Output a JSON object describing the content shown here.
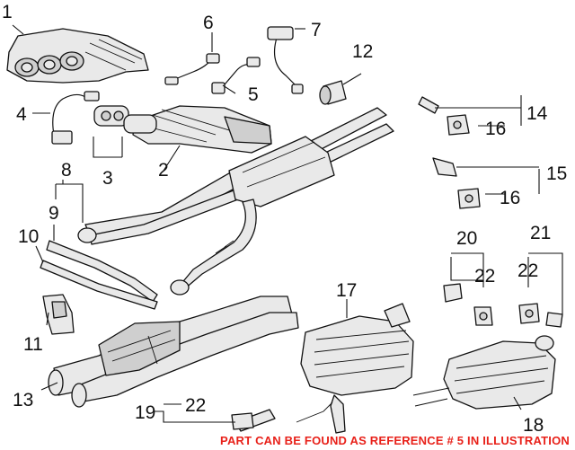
{
  "callouts": {
    "n1": "1",
    "n2": "2",
    "n3": "3",
    "n4": "4",
    "n5": "5",
    "n6": "6",
    "n7": "7",
    "n8": "8",
    "n9": "9",
    "n10": "10",
    "n11": "11",
    "n12": "12",
    "n13": "13",
    "n14": "14",
    "n15": "15",
    "n16a": "16",
    "n16b": "16",
    "n17": "17",
    "n18": "18",
    "n19": "19",
    "n20": "20",
    "n21": "21",
    "n22a": "22",
    "n22b": "22",
    "n22c": "22"
  },
  "footer": {
    "text": "PART CAN BE FOUND AS REFERENCE # 5 IN ILLUSTRATION"
  },
  "colors": {
    "footer_text": "#e8211a",
    "line": "#111111",
    "part_fill": "#e9e9e9"
  }
}
